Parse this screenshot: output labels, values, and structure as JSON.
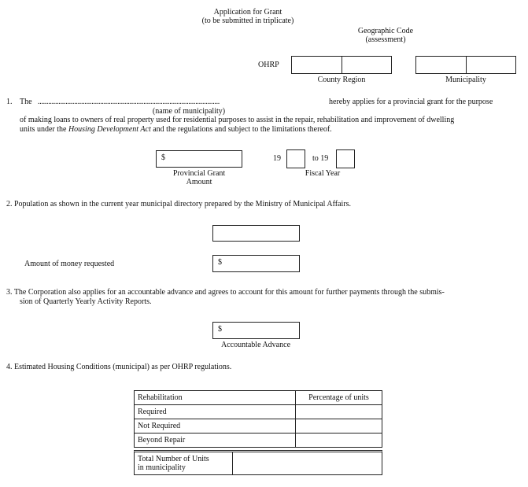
{
  "header": {
    "title": "Application for Grant",
    "subtitle": "(to be submitted in triplicate)",
    "geo_code_title": "Geographic Code",
    "geo_code_subtitle": "(assessment)",
    "ohrp_label": "OHRP",
    "county_region_label": "County Region",
    "municipality_label": "Municipality"
  },
  "section1": {
    "number": "1.",
    "the": "The",
    "dots": ".........................................................................................................",
    "applies_text": "hereby applies for a provincial grant for the purpose",
    "name_hint": "(name of municipality)",
    "line2": "of making loans to owners of real property used for residential purposes to assist in the repair, rehabilitation and improvement of dwelling",
    "line3_pre": "units under the ",
    "line3_act": "Housing Development Act",
    "line3_post": " and the regulations and subject to the limitations thereof.",
    "dollar": "$",
    "grant_label_1": "Provincial Grant",
    "grant_label_2": "Amount",
    "year_prefix": "19",
    "year_to": "to 19",
    "fiscal_label": "Fiscal Year"
  },
  "section2": {
    "text": "2.  Population as shown in the current year municipal directory prepared by the Ministry of Municipal Affairs.",
    "amount_label": "Amount of money requested",
    "dollar": "$"
  },
  "section3": {
    "line1": "3.  The Corporation also applies for an accountable advance and agrees to account for this amount for further payments through the submis-",
    "line2": "sion of Quarterly Yearly Activity Reports.",
    "dollar": "$",
    "advance_label": "Accountable Advance"
  },
  "section4": {
    "text": "4.  Estimated Housing Conditions (municipal) as per OHRP regulations.",
    "table": {
      "col1_header": "Rehabilitation",
      "col2_header": "Percentage of units",
      "rows": [
        "Required",
        "Not Required",
        "Beyond Repair"
      ],
      "total_line1": "Total Number of Units",
      "total_line2": "in municipality"
    }
  }
}
